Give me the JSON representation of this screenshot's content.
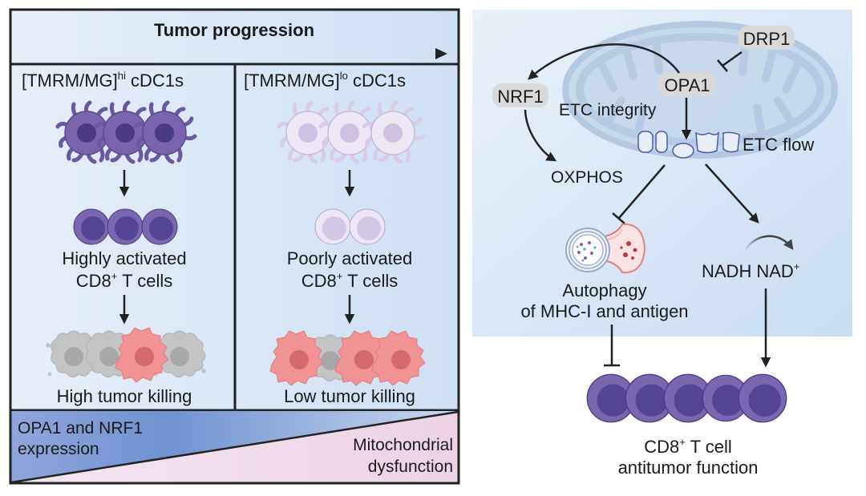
{
  "left_panel": {
    "header": {
      "title": "Tumor progression"
    },
    "columns": [
      {
        "id": "hi",
        "title_main": "[TMRM/MG]",
        "title_sup": "hi",
        "title_tail": " cDC1s",
        "tcell_line1": "Highly activated",
        "tcell_line2_pre": "CD8",
        "tcell_line2_sup": "+",
        "tcell_line2_post": " T cells",
        "outcome": "High tumor killing"
      },
      {
        "id": "lo",
        "title_main": "[TMRM/MG]",
        "title_sup": "lo",
        "title_tail": " cDC1s",
        "tcell_line1": "Poorly activated",
        "tcell_line2_pre": "CD8",
        "tcell_line2_sup": "+",
        "tcell_line2_post": " T cells",
        "outcome": "Low tumor killing"
      }
    ],
    "gradient_bar": {
      "left_line1": "OPA1 and NRF1",
      "left_line2": "expression",
      "right_line1": "Mitochondrial",
      "right_line2": "dysfunction"
    }
  },
  "right_panel": {
    "nodes": {
      "drp1": "DRP1",
      "opa1": "OPA1",
      "nrf1": "NRF1",
      "etc_integrity": "ETC integrity",
      "etc_flow": "ETC flow",
      "oxphos": "OXPHOS",
      "autophagy_line1": "Autophagy",
      "autophagy_line2": "of MHC-I and antigen",
      "nadh": "NADH",
      "nad_pre": "NAD",
      "nad_sup": "+",
      "result_line1_pre": "CD8",
      "result_line1_sup": "+",
      "result_line1_post": " T cell",
      "result_line2": "antitumor function"
    }
  },
  "colors": {
    "frame": "#222222",
    "panel_bg": "#dde9f6",
    "cell_purple": "#7b67b0",
    "cell_purple_dark": "#544593",
    "cell_pale": "#ebe3f2",
    "tumor_red": "#ef8f8f",
    "tumor_gray": "#bdbdbd",
    "gradient_blue": "#6f92d0",
    "gradient_pink": "#f0dcea",
    "node_pill": "#d8d8d8"
  }
}
